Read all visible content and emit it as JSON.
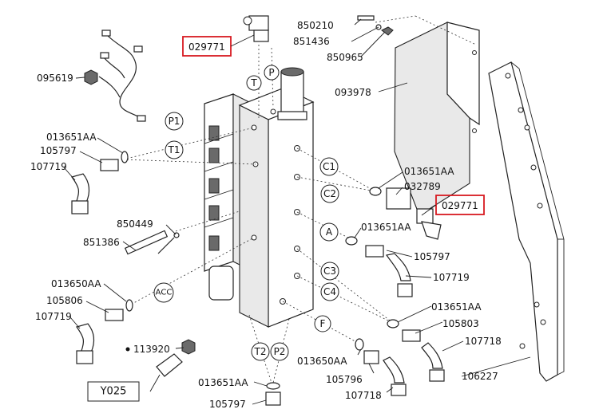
{
  "part_numbers": {
    "top_fitting": "029771",
    "screw": "850210",
    "washer_top": "851436",
    "nut_top": "850965",
    "cover_plate": "093978",
    "cable_harness": "095619",
    "oring_left_top": "013651AA",
    "adapter_left_top": "105797",
    "elbow_left_top": "107719",
    "oring_right_upper": "013651AA",
    "adapter_right": "032789",
    "fitting_right": "029771",
    "oring_right_mid": "013651AA",
    "adapter_right_mid": "105797",
    "elbow_right_mid": "107719",
    "pin": "850449",
    "bolt": "851386",
    "oring_left_bottom": "013650AA",
    "adapter_left_bottom": "105806",
    "elbow_left_bottom": "107719",
    "plug": "113920",
    "oring_right_lower": "013651AA",
    "adapter_right_lower": "105803",
    "elbow_right_lower": "107718",
    "oring_bottom_mid": "013650AA",
    "adapter_bottom_mid": "105796",
    "elbow_bottom_mid": "107718",
    "oring_bottom": "013651AA",
    "adapter_bottom": "105797",
    "bracket": "106227"
  },
  "port_labels": {
    "t_top": "T",
    "p_top": "P",
    "p1": "P1",
    "t1": "T1",
    "c1": "C1",
    "c2": "C2",
    "a": "A",
    "c3": "C3",
    "c4": "C4",
    "acc": "ACC",
    "f": "F",
    "t2": "T2",
    "p2": "P2"
  },
  "connector_label": "Y025",
  "colors": {
    "highlight_box": "#d71920"
  }
}
